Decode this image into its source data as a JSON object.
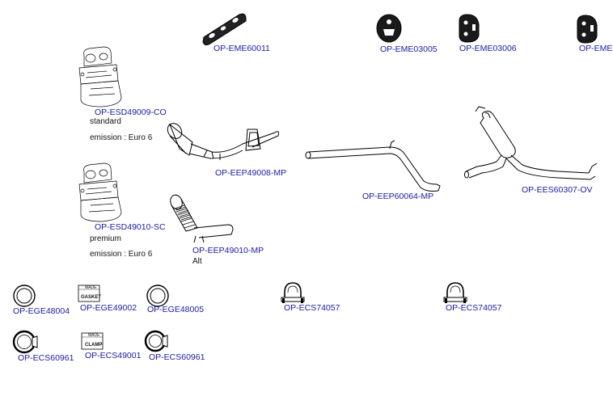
{
  "parts": [
    {
      "id": "eme60011",
      "code": "OP-EME60011"
    },
    {
      "id": "eme03005",
      "code": "OP-EME03005"
    },
    {
      "id": "eme03006",
      "code": "OP-EME03006"
    },
    {
      "id": "eme_cut",
      "code": "OP-EME("
    },
    {
      "id": "esd49009",
      "code": "OP-ESD49009-CO"
    },
    {
      "id": "eep49008",
      "code": "OP-EEP49008-MP"
    },
    {
      "id": "eep60064",
      "code": "OP-EEP60064-MP"
    },
    {
      "id": "ees60307",
      "code": "OP-EES60307-OV"
    },
    {
      "id": "esd49010",
      "code": "OP-ESD49010-SC"
    },
    {
      "id": "eep49010",
      "code": "OP-EEP49010-MP"
    },
    {
      "id": "ege48004",
      "code": "OP-EGE48004"
    },
    {
      "id": "ege49002",
      "code": "OP-EGE49002"
    },
    {
      "id": "ege48005",
      "code": "OP-EGE48005"
    },
    {
      "id": "ecs74057a",
      "code": "OP-ECS74057"
    },
    {
      "id": "ecs74057b",
      "code": "OP-ECS74057"
    },
    {
      "id": "ecs60961a",
      "code": "OP-ECS60961"
    },
    {
      "id": "ecs49001",
      "code": "OP-ECS49001"
    },
    {
      "id": "ecs60961b",
      "code": "OP-ECS60961"
    }
  ],
  "notes": {
    "dpf1_variant": "standard",
    "dpf1_emission": "emission : Euro 6",
    "dpf2_variant": "premium",
    "dpf2_emission": "emission : Euro 6",
    "flexi_alt": "Alt"
  },
  "badges": {
    "gasket_brand": "MADE",
    "gasket_label": "GASKET",
    "clamp_brand": "MADE",
    "clamp_label": "CLAMP"
  }
}
